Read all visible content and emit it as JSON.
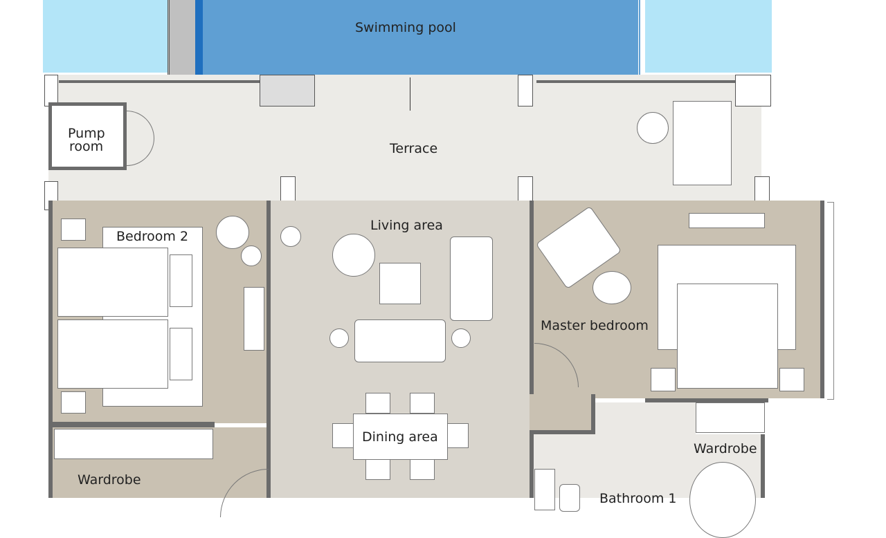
{
  "rooms": {
    "pool": "Swimming pool",
    "terrace": "Terrace",
    "pump_room_line1": "Pump",
    "pump_room_line2": "room",
    "bedroom2": "Bedroom 2",
    "living": "Living area",
    "master": "Master bedroom",
    "dining": "Dining area",
    "wardrobe_left": "Wardrobe",
    "wardrobe_right": "Wardrobe",
    "bathroom1": "Bathroom 1"
  },
  "colors": {
    "water": "#b3e5f8",
    "pool": "#5f9fd3",
    "pool_edge": "#1f6fbf",
    "terrace": "#ecebe7",
    "bedroom_floor": "#c9c1b2",
    "living_floor": "#d9d5cd",
    "wall": "#6b6b6b"
  }
}
